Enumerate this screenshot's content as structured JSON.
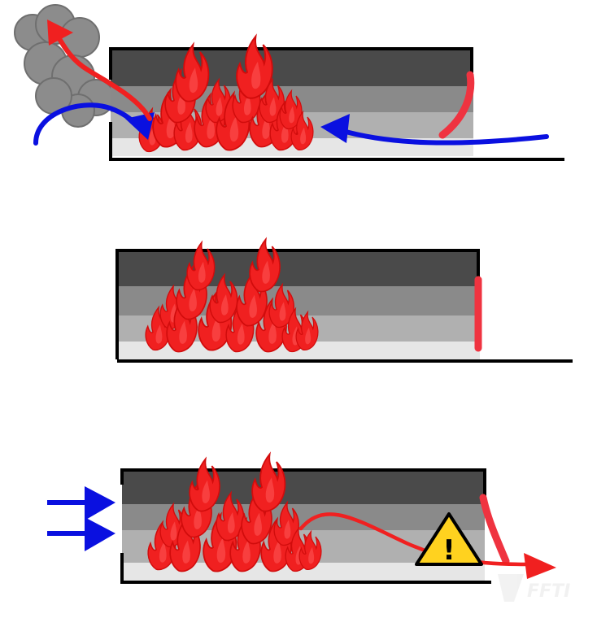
{
  "panels": [
    {
      "id": "top",
      "scenario": "open-door-both-ends",
      "flames": "large",
      "door_state": "open-swinging",
      "airflow_in": [
        "left-inlet-curve",
        "right-inlet-arrow"
      ],
      "smoke_out": "upper-left",
      "hazard_marker": false
    },
    {
      "id": "middle",
      "scenario": "closed-door",
      "flames": "small",
      "door_state": "closed",
      "airflow_in": [],
      "smoke_out": "none",
      "hazard_marker": false
    },
    {
      "id": "bottom",
      "scenario": "forced-ventilation-opening",
      "flames": "large",
      "door_state": "opening",
      "airflow_in": [
        "left-fan-double-arrow"
      ],
      "smoke_out": "none",
      "hazard_marker": true
    }
  ],
  "colors": {
    "smoke_layer_dark": "#4a4a4a",
    "smoke_layer_mid": "#8a8a8a",
    "smoke_layer_light": "#b0b0b0",
    "floor_layer": "#e6e6e6",
    "fire": "#f02020",
    "door": "#ef3340",
    "air_arrow": "#0a10e0",
    "smoke_cloud": "#8c8c8c",
    "hazard_fill": "#ffd21f",
    "outline": "#000000"
  },
  "icons": {
    "hazard": "warning-triangle-icon",
    "smoke": "smoke-cloud-icon"
  },
  "hazard_symbol": "!",
  "watermark": {
    "text": "FFTI",
    "kind": "logo"
  }
}
